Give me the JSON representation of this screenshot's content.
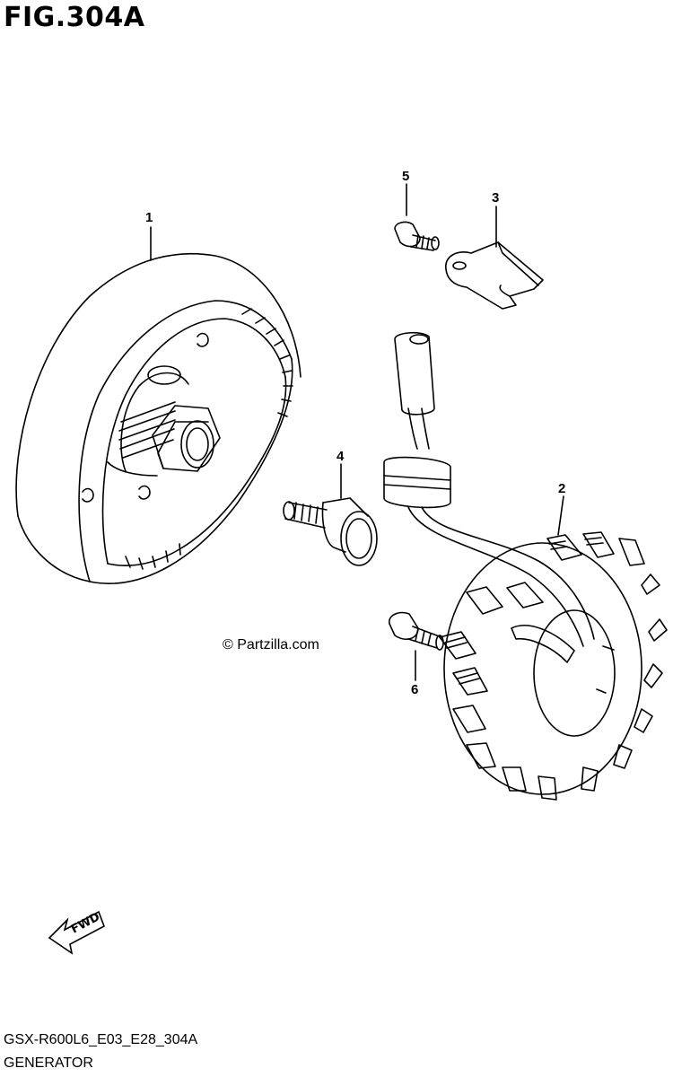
{
  "figure": {
    "title": "FIG.304A",
    "code": "GSX-R600L6_E03_E28_304A",
    "name": "GENERATOR",
    "watermark": "Partzilla.com",
    "copyright_symbol": "©"
  },
  "callouts": [
    {
      "id": "1",
      "part": "rotor"
    },
    {
      "id": "2",
      "part": "stator"
    },
    {
      "id": "3",
      "part": "clamp"
    },
    {
      "id": "4",
      "part": "bolt"
    },
    {
      "id": "5",
      "part": "bolt"
    },
    {
      "id": "6",
      "part": "bolt"
    }
  ],
  "fwd_label": "FWD",
  "colors": {
    "line": "#000000",
    "background": "#ffffff"
  }
}
